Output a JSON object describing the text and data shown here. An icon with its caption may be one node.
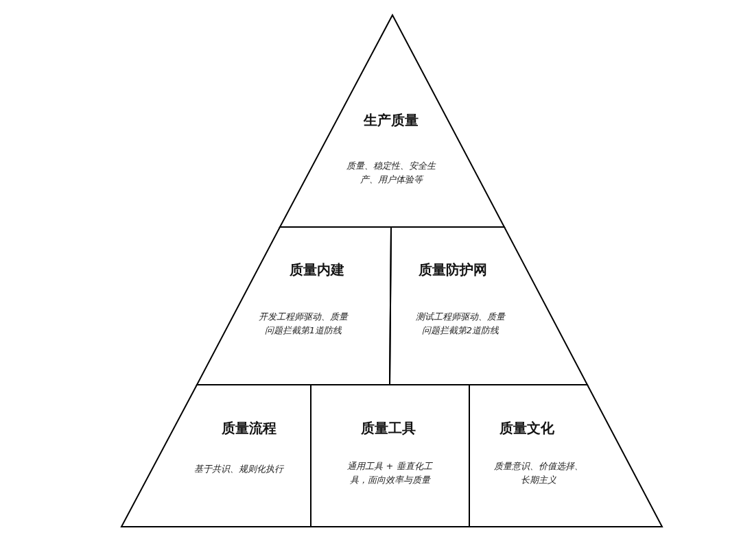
{
  "diagram": {
    "nodes": [
      {
        "text": [
          "生产质量",
          "质量、稳定性、安全生产、用户体验等"
        ]
      },
      {
        "text": [
          "质量内建",
          "开发工程师驱动、质量问题拦截第1道防线"
        ]
      },
      {
        "text": [
          "质量防护网",
          "测试工程师驱动、质量问题拦截第2道防线"
        ]
      },
      {
        "text": [
          "质量流程",
          "基于共识、规则化执行"
        ]
      },
      {
        "text": [
          "质量工具",
          "通用工具 + 垂直化工具，面向效率与质量"
        ]
      },
      {
        "text": [
          "质量文化",
          "质量意识、价值选择、长期主义"
        ]
      }
    ]
  }
}
